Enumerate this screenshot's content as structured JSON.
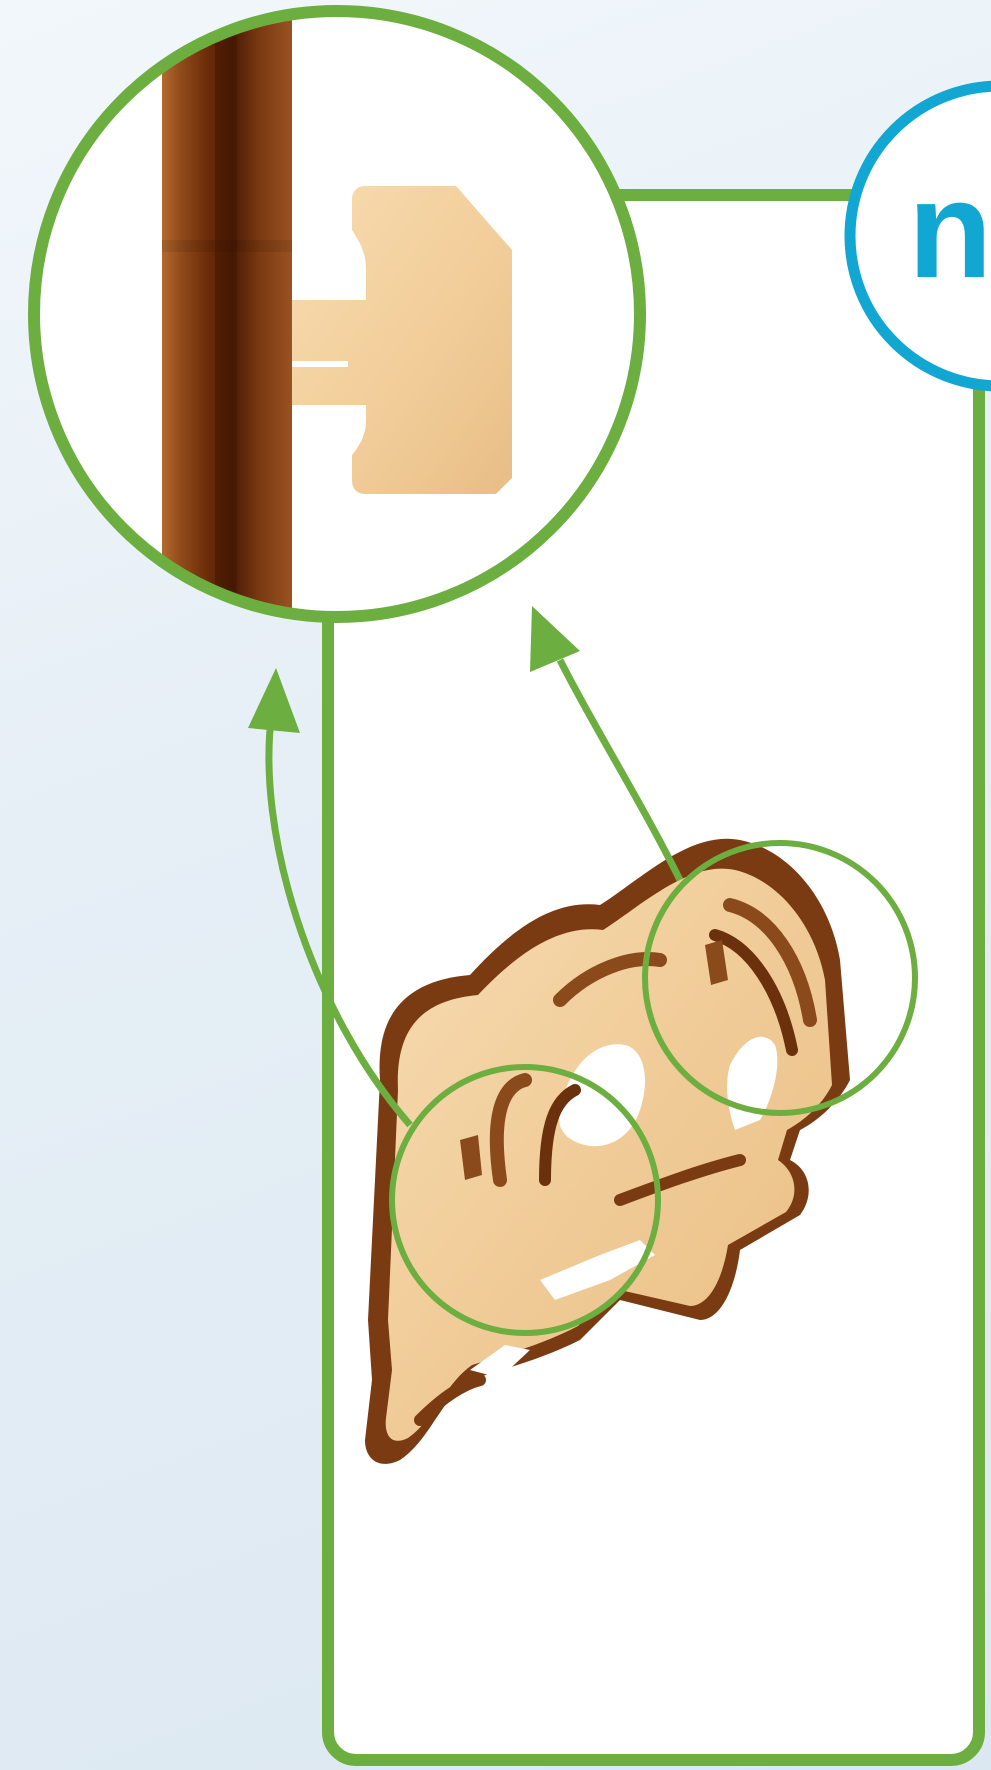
{
  "step_badge": {
    "label": "n",
    "color": "#12a7d2"
  },
  "colors": {
    "frame_green": "#6cae3f",
    "panel_white": "#ffffff",
    "wood_light": "#f2d3a4",
    "wood_mid": "#e5b983",
    "wood_dark": "#8a4a1c",
    "wood_darkest": "#5a2608"
  },
  "icons": {
    "zoom_callout": "magnifier-circle",
    "arrow": "curved-arrow"
  }
}
